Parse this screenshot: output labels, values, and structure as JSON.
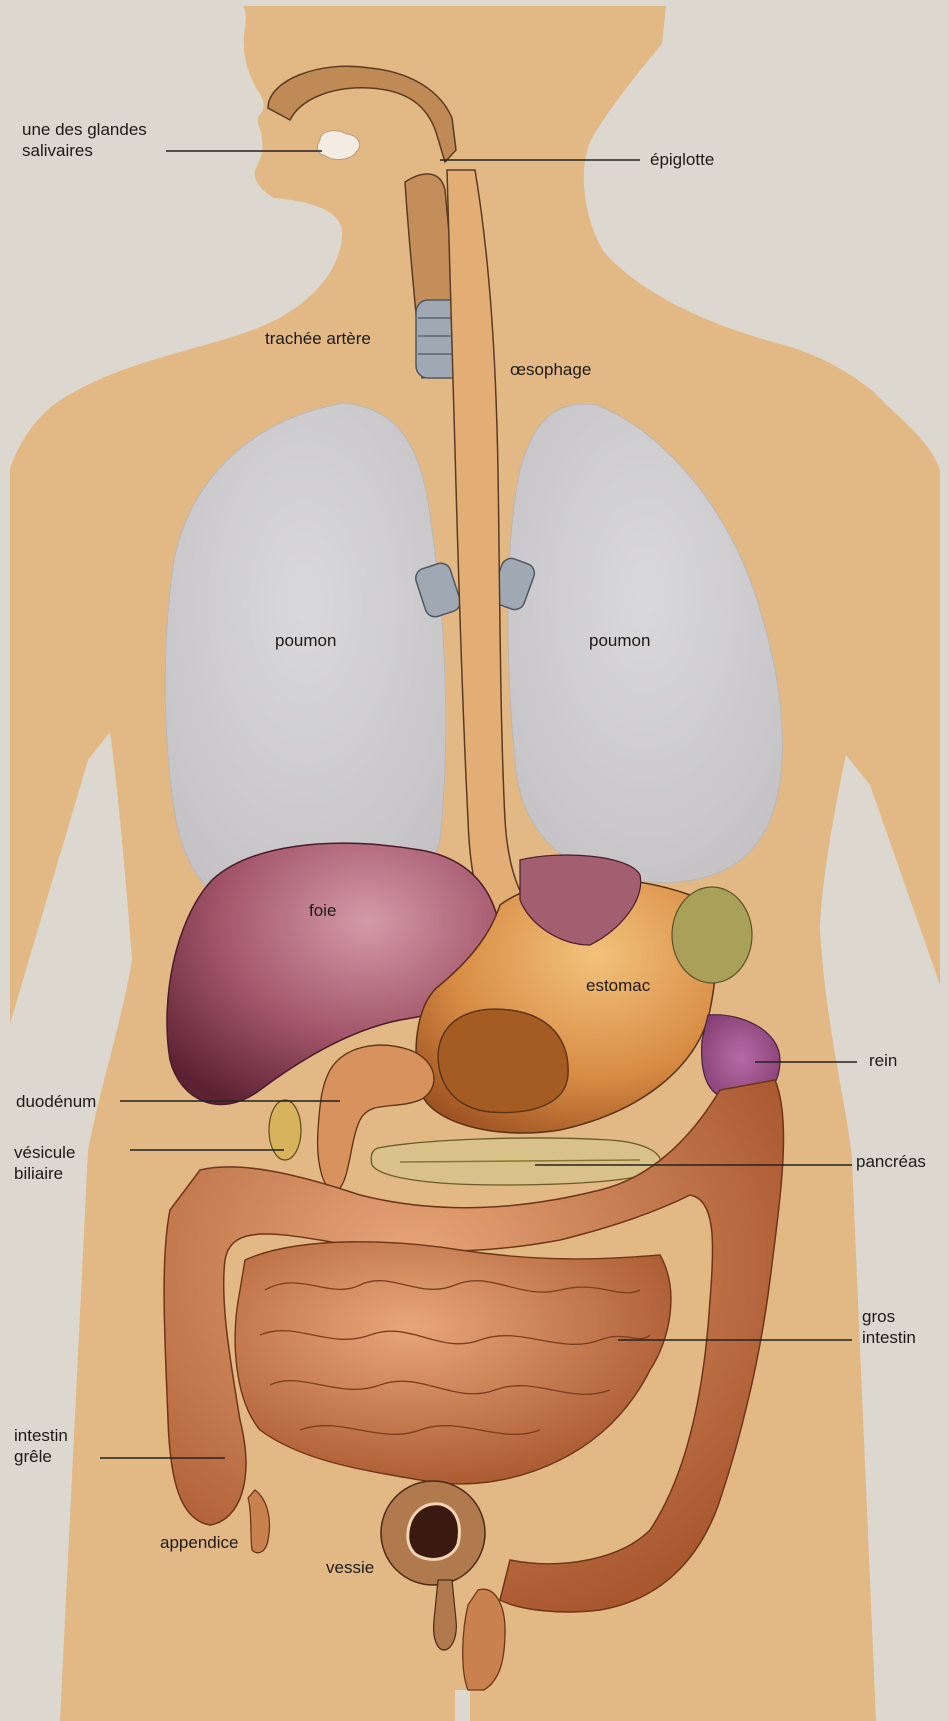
{
  "labels": {
    "salivary": "une des glandes\nsalivaires",
    "epiglotte": "épiglotte",
    "trachee": "trachée artère",
    "oesophage": "œsophage",
    "poumon_left": "poumon",
    "poumon_right": "poumon",
    "foie": "foie",
    "estomac": "estomac",
    "rein": "rein",
    "duodenum": "duodénum",
    "vesicule": "vésicule\nbiliaire",
    "pancreas": "pancréas",
    "gros_intestin": "gros\nintestin",
    "intestin_grele": "intestin\ngrêle",
    "appendice": "appendice",
    "vessie": "vessie"
  },
  "colors": {
    "background": "#dcd8cf",
    "body": "#e2b984",
    "lung": "#cfcdce",
    "liver": "#9b4d62",
    "stomach": "#cf8a48",
    "intestine": "#c98055",
    "pancreas": "#d9c28a",
    "kidney": "#a15c8f",
    "leader_line": "#222222"
  }
}
